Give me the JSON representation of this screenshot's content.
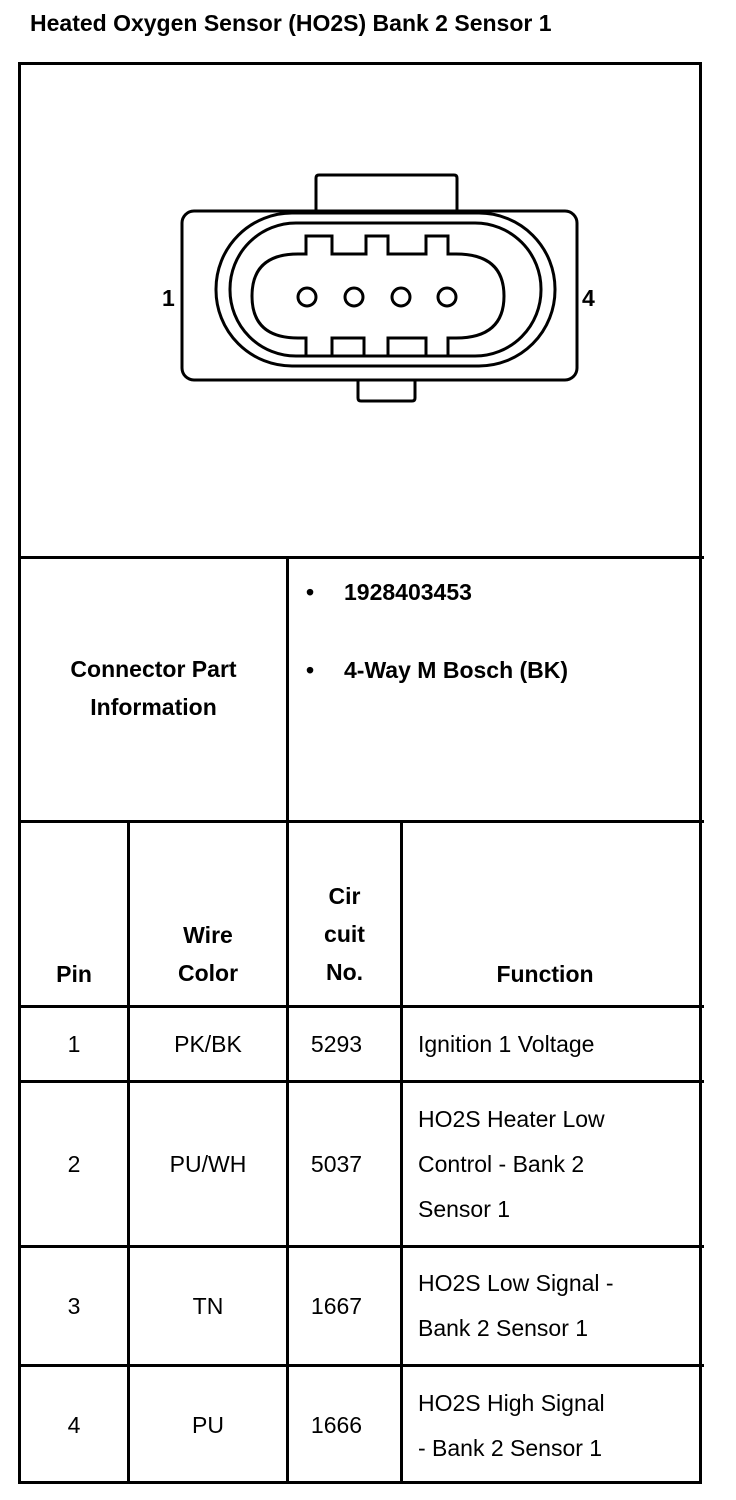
{
  "title": "Heated Oxygen Sensor (HO2S) Bank 2 Sensor 1",
  "connector": {
    "pin_left_label": "1",
    "pin_right_label": "4"
  },
  "part_info": {
    "label_line1": "Connector Part",
    "label_line2": "Information",
    "items": [
      "1928403453",
      "4-Way M Bosch (BK)"
    ]
  },
  "table": {
    "headers": {
      "pin": "Pin",
      "wire_color_line1": "Wire",
      "wire_color_line2": "Color",
      "circuit_line1": "Cir",
      "circuit_line2": "cuit",
      "circuit_line3": "No.",
      "function": "Function"
    },
    "rows": [
      {
        "pin": "1",
        "wire_color": "PK/BK",
        "circuit": "5293",
        "function_lines": [
          "Ignition 1 Voltage"
        ]
      },
      {
        "pin": "2",
        "wire_color": "PU/WH",
        "circuit": "5037",
        "function_lines": [
          "HO2S Heater Low",
          "Control - Bank 2",
          "Sensor 1"
        ]
      },
      {
        "pin": "3",
        "wire_color": "TN",
        "circuit": "1667",
        "function_lines": [
          "HO2S Low Signal -",
          "Bank 2 Sensor 1"
        ]
      },
      {
        "pin": "4",
        "wire_color": "PU",
        "circuit": "1666",
        "function_lines": [
          "HO2S High Signal",
          "- Bank 2 Sensor 1"
        ]
      }
    ]
  }
}
